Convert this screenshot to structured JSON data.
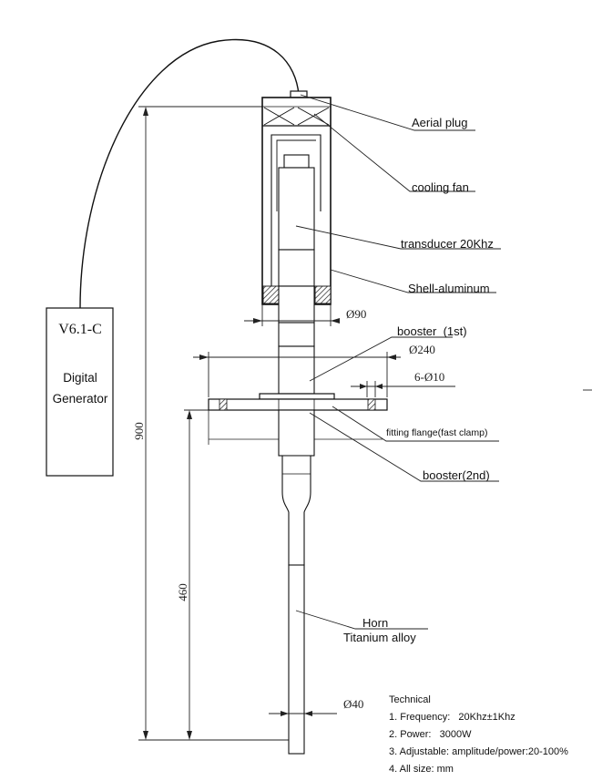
{
  "generator": {
    "model": "V6.1-C",
    "line1": "Digital",
    "line2": "Generator"
  },
  "labels": {
    "aerial_plug": "Aerial plug",
    "cooling_fan": "cooling fan",
    "transducer": "transducer 20Khz",
    "shell": "Shell-aluminum",
    "booster1": "booster  (1st)",
    "flange": "fitting flange(fast clamp)",
    "booster2": "booster(2nd)",
    "horn": "Horn",
    "horn_material": "Titanium alloy"
  },
  "dimensions": {
    "d90": "Ø90",
    "d240": "Ø240",
    "holes": "6-Ø10",
    "d40": "Ø40",
    "len900": "900",
    "len460": "460"
  },
  "technical": {
    "title": "Technical",
    "lines": [
      "1. Frequency:   20Khz±1Khz",
      "2. Power:   3000W",
      "3. Adjustable: amplitude/power:20-100%",
      "4. All size: mm"
    ]
  }
}
